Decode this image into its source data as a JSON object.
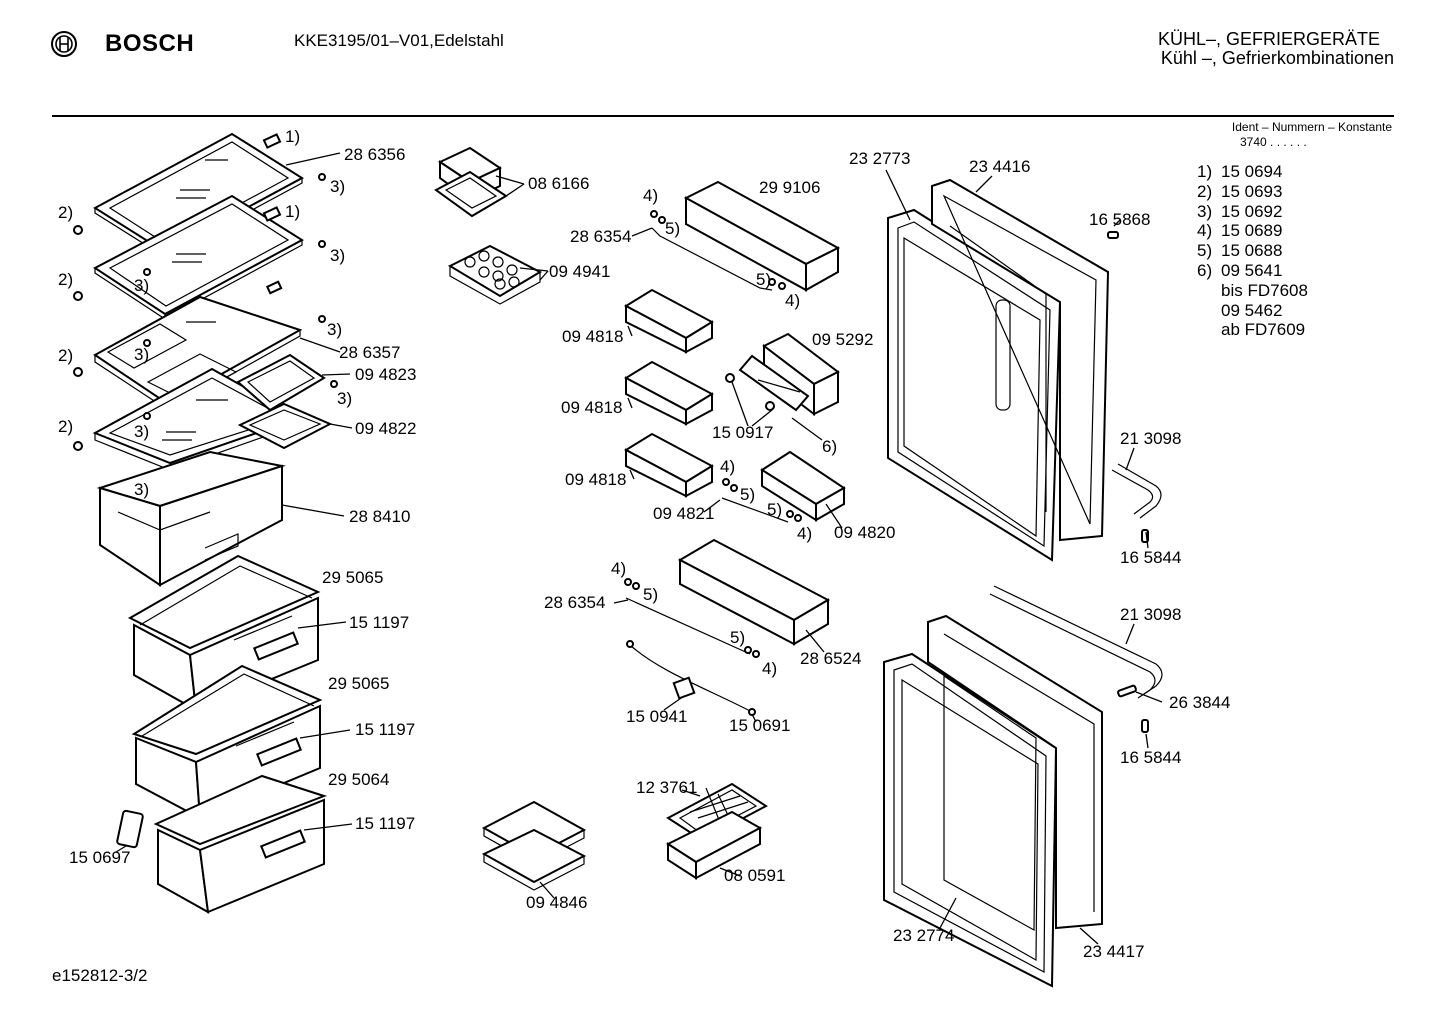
{
  "header": {
    "brand": "BOSCH",
    "model": "KKE3195/01–V01,Edelstahl",
    "category_line1": "KÜHL–, GEFRIERGERÄTE",
    "category_line2": "Kühl –, Gefrierkombinationen",
    "ident_label": "Ident – Nummern – Konstante",
    "ident_constant": "3740 .  .  .  .  .  ."
  },
  "legend": [
    {
      "key": "1)",
      "value": "15 0694"
    },
    {
      "key": "2)",
      "value": "15 0693"
    },
    {
      "key": "3)",
      "value": "15 0692"
    },
    {
      "key": "4)",
      "value": "15 0689"
    },
    {
      "key": "5)",
      "value": "15 0688"
    },
    {
      "key": "6)",
      "value": "09 5641"
    },
    {
      "key": "",
      "value": "bis FD7608"
    },
    {
      "key": "",
      "value": "09 5462"
    },
    {
      "key": "",
      "value": "ab FD7609"
    }
  ],
  "callouts": {
    "286356": "28 6356",
    "286357": "28 6357",
    "094823": "09 4823",
    "094822": "09 4822",
    "288410": "28 8410",
    "295065a": "29 5065",
    "151197a": "15 1197",
    "295065b": "29 5065",
    "151197b": "15 1197",
    "295064": "29 5064",
    "151197c": "15 1197",
    "150697": "15 0697",
    "086166": "08 6166",
    "094941": "09 4941",
    "299106": "29 9106",
    "286354a": "28 6354",
    "094818a": "09 4818",
    "094818b": "09 4818",
    "094818c": "09 4818",
    "095292": "09 5292",
    "150917": "15 0917",
    "094821": "09 4821",
    "094820": "09 4820",
    "286354b": "28 6354",
    "286524": "28 6524",
    "150941": "15 0941",
    "150691": "15 0691",
    "123761": "12 3761",
    "080591": "08 0591",
    "094846": "09 4846",
    "232773": "23 2773",
    "234416": "23 4416",
    "165868": "16 5868",
    "213098a": "21 3098",
    "165844a": "16 5844",
    "213098b": "21 3098",
    "263844": "26 3844",
    "165844b": "16 5844",
    "232774": "23 2774",
    "234417": "23 4417"
  },
  "refs": {
    "r1a": "1)",
    "r1b": "1)",
    "r2a": "2)",
    "r2b": "2)",
    "r2c": "2)",
    "r2d": "2)",
    "r3a": "3)",
    "r3b": "3)",
    "r3c": "3)",
    "r3d": "3)",
    "r3e": "3)",
    "r3f": "3)",
    "r3g": "3)",
    "r3h": "3)",
    "r4a": "4)",
    "r4b": "4)",
    "r4c": "4)",
    "r4d": "4)",
    "r4e": "4)",
    "r4f": "4)",
    "r5a": "5)",
    "r5b": "5)",
    "r5c": "5)",
    "r5d": "5)",
    "r5e": "5)",
    "r5f": "5)",
    "r6": "6)"
  },
  "footer": {
    "drawing_id": "e152812-3/2"
  }
}
